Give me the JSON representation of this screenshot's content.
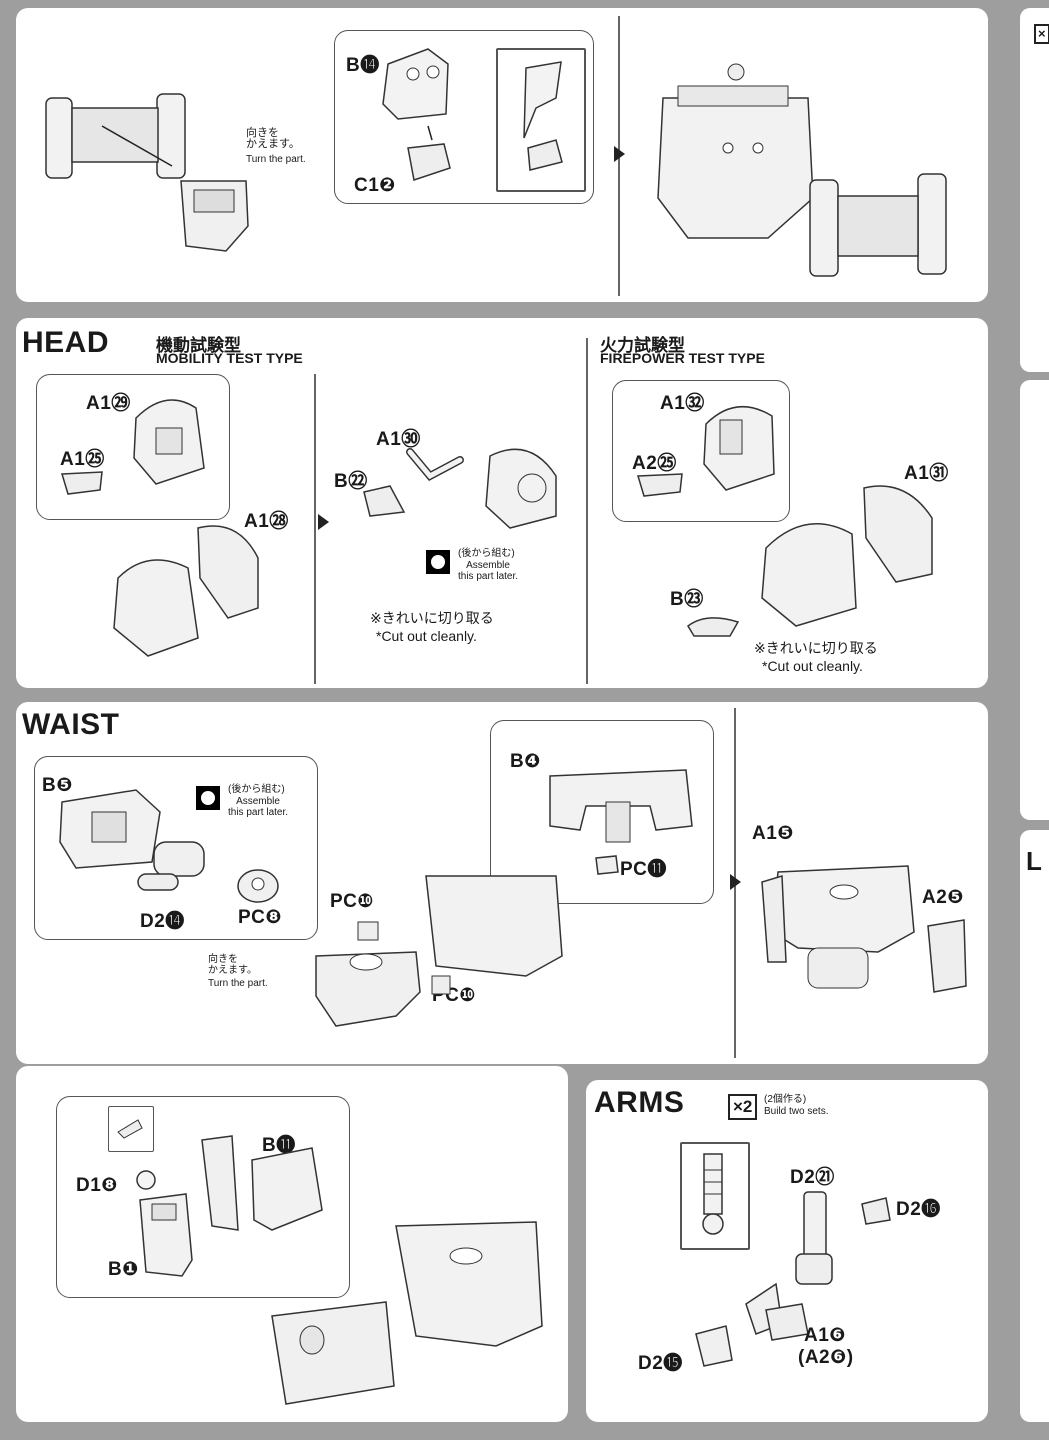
{
  "top": {
    "turn_jp": "向きを\nかえます。",
    "turn_en": "Turn the part.",
    "part_b14": "B⓮",
    "part_c12": "C1❷"
  },
  "head": {
    "title": "HEAD",
    "mobility_jp": "機動試験型",
    "mobility_en": "MOBILITY TEST TYPE",
    "firepower_jp": "火力試験型",
    "firepower_en": "FIREPOWER TEST TYPE",
    "m_a129": "A1㉙",
    "m_a125": "A1㉕",
    "m_a128": "A1㉘",
    "m_a130": "A1㉚",
    "m_b22": "B㉒",
    "later_jp": "(後から組む)",
    "later_en": "Assemble\nthis part later.",
    "cut_jp": "※きれいに切り取る",
    "cut_en": "*Cut out cleanly.",
    "f_a132": "A1㉜",
    "f_a225": "A2㉕",
    "f_a131": "A1㉛",
    "f_b23": "B㉓"
  },
  "waist": {
    "title": "WAIST",
    "b5": "B❺",
    "later_jp": "(後から組む)",
    "later_en": "Assemble\nthis part later.",
    "d214": "D2⓮",
    "pc8": "PC❽",
    "turn_jp": "向きを\nかえます。",
    "turn_en": "Turn the part.",
    "b4": "B❹",
    "pc11": "PC⓫",
    "pc10a": "PC❿",
    "pc10b": "PC❿",
    "a15": "A1❺",
    "a25": "A2❺"
  },
  "waist2": {
    "b11": "B⓫",
    "d18": "D1❽",
    "b1": "B❶"
  },
  "arms": {
    "title": "ARMS",
    "times": "×2",
    "build_jp": "(2個作る)",
    "build_en": "Build two sets.",
    "d221": "D2㉑",
    "d216": "D2⓰",
    "a16": "A1❻",
    "a26": "(A2❻)",
    "d215": "D2⓯"
  },
  "side": {
    "times_fragment": "×",
    "leg_fragment": "L"
  }
}
